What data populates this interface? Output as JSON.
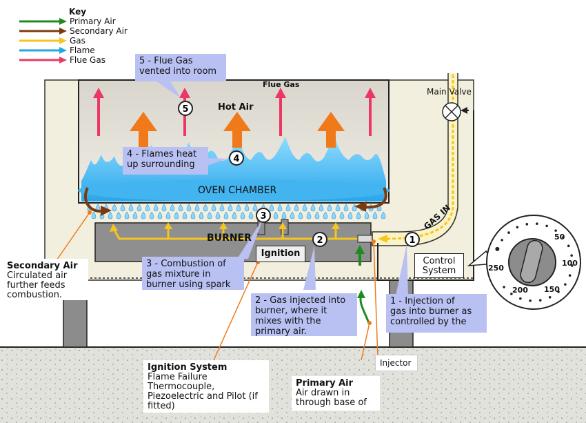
{
  "key": {
    "title": "Key",
    "items": [
      {
        "label": "Primary Air",
        "color": "#1f8a1f"
      },
      {
        "label": "Secondary Air",
        "color": "#7a3b12"
      },
      {
        "label": "Gas",
        "color": "#f4c61f"
      },
      {
        "label": "Flame",
        "color": "#23a6e6"
      },
      {
        "label": "Flue Gas",
        "color": "#ec3766"
      }
    ]
  },
  "labels": {
    "flue_gas": "Flue Gas",
    "hot_air": "Hot Air",
    "oven_chamber": "OVEN CHAMBER",
    "burner": "BURNER",
    "ignition": "Ignition",
    "main_valve": "Main Valve",
    "gas_in": "GAS IN",
    "control_system_1": "Control",
    "control_system_2": "System",
    "injector": "Injector"
  },
  "steps": [
    {
      "num": "1",
      "lines": [
        "1 - Injection of",
        "gas into burner as",
        "controlled by the"
      ]
    },
    {
      "num": "2",
      "lines": [
        "2 - Gas injected into",
        "burner, where it",
        "mixes with the",
        "primary air."
      ]
    },
    {
      "num": "3",
      "lines": [
        "3 - Combustion of",
        "gas mixture in",
        "burner using spark"
      ]
    },
    {
      "num": "4",
      "lines": [
        "4 - Flames heat",
        "up surrounding"
      ]
    },
    {
      "num": "5",
      "lines": [
        "5 - Flue Gas",
        "vented into room"
      ]
    }
  ],
  "notes": {
    "secondary": {
      "title": "Secondary Air",
      "lines": [
        "Circulated air",
        "further feeds",
        "combustion."
      ]
    },
    "ignition": {
      "title": "Ignition System",
      "lines": [
        "Flame Failure",
        "Thermocouple,",
        "Piezoelectric and Pilot (if",
        "fitted)"
      ]
    },
    "primary": {
      "title": "Primary Air",
      "lines": [
        "Air drawn in",
        "through base of"
      ]
    }
  },
  "dial": {
    "ticks": [
      "50",
      "100",
      "150",
      "200",
      "250"
    ]
  }
}
